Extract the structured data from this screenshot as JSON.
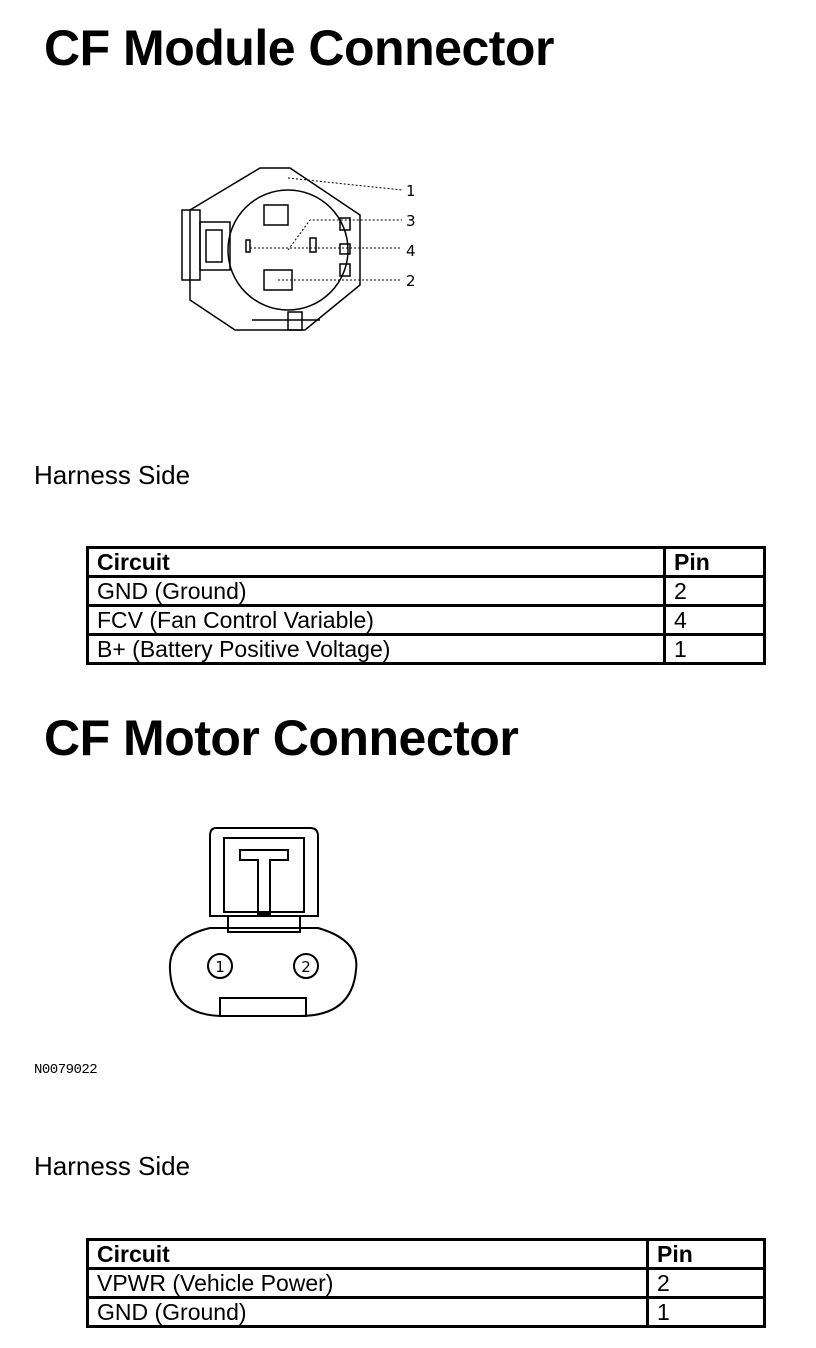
{
  "sections": [
    {
      "title": "CF Module Connector",
      "pin_callouts": [
        "1",
        "3",
        "4",
        "2"
      ],
      "subtitle": "Harness Side",
      "table": {
        "headers": [
          "Circuit",
          "Pin"
        ],
        "rows": [
          {
            "circuit": "GND (Ground)",
            "pin": "2"
          },
          {
            "circuit": "FCV (Fan Control Variable)",
            "pin": "4"
          },
          {
            "circuit": "B+ (Battery Positive Voltage)",
            "pin": "1"
          }
        ]
      }
    },
    {
      "title": "CF Motor Connector",
      "pin_labels": [
        "1",
        "2"
      ],
      "figure_code": "N0079022",
      "subtitle": "Harness Side",
      "table": {
        "headers": [
          "Circuit",
          "Pin"
        ],
        "rows": [
          {
            "circuit": "VPWR (Vehicle Power)",
            "pin": "2"
          },
          {
            "circuit": "GND (Ground)",
            "pin": "1"
          }
        ]
      }
    }
  ]
}
